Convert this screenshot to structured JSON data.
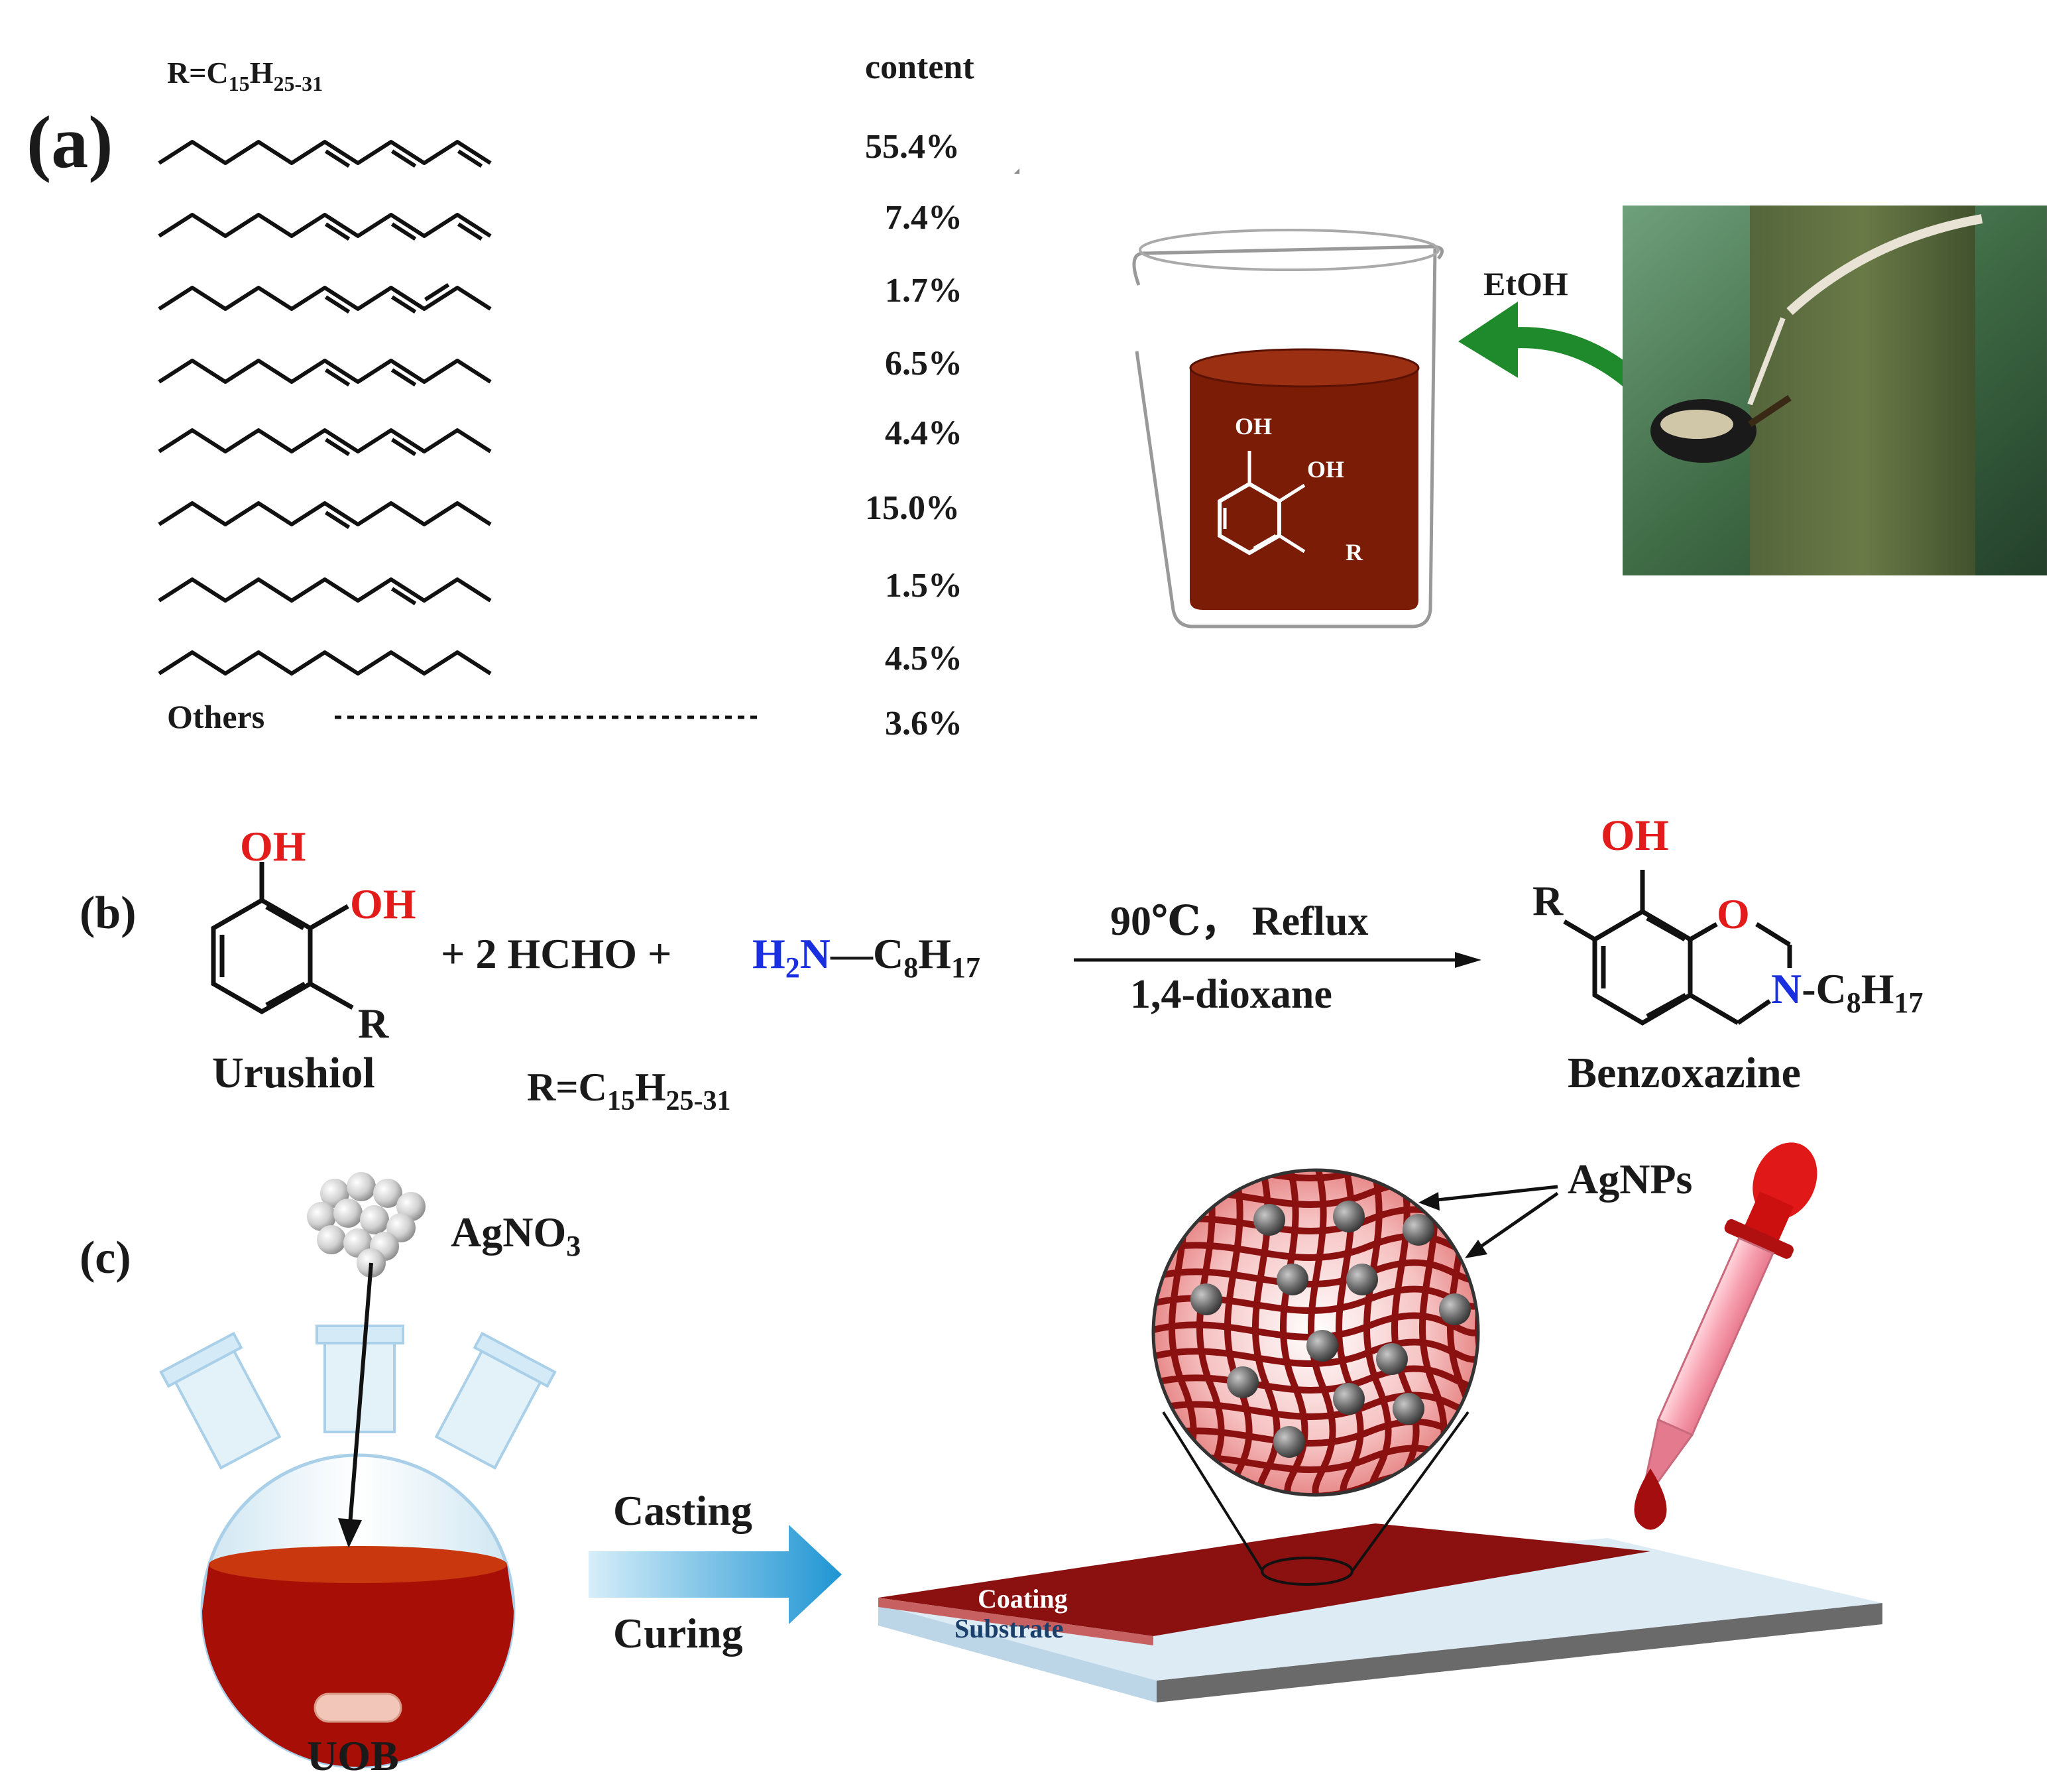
{
  "panel_a": {
    "label": "(a)",
    "r_def": {
      "prefix": "R=C",
      "sub1": "15",
      "mid": "H",
      "sub2": "25-31"
    },
    "content_header": "content",
    "percentages": [
      "55.4%",
      "7.4%",
      "1.7%",
      "6.5%",
      "4.4%",
      "15.0%",
      "1.5%",
      "4.5%",
      "3.6%"
    ],
    "others_label": "Others",
    "solvent": "EtOH",
    "beaker_oh1": "OH",
    "beaker_oh2": "OH",
    "beaker_r": "R"
  },
  "panel_b": {
    "label": "(b)",
    "oh1": "OH",
    "oh2": "OH",
    "r_left": "R",
    "urushiol": "Urushiol",
    "plus_hcho": "+ 2 HCHO +",
    "amine_h": "H",
    "amine_sub": "2",
    "amine_n": "N",
    "amine_chain": "—C",
    "c8": "8",
    "h17": "H",
    "n17": "17",
    "r_def": {
      "prefix": "R=C",
      "sub1": "15",
      "mid": "H",
      "sub2": "25-31"
    },
    "condition_top": "90℃， Reflux",
    "condition_bottom": "1,4-dioxane",
    "product_oh": "OH",
    "product_o": "O",
    "product_r": "R",
    "product_n": "N",
    "product_chain": "-C",
    "product_c8": "8",
    "product_h": "H",
    "product_17": "17",
    "benzoxazine": "Benzoxazine"
  },
  "panel_c": {
    "label": "(c)",
    "agno3": "AgNO",
    "agno3_sub": "3",
    "uob": "UOB",
    "casting": "Casting",
    "curing": "Curing",
    "agnps": "AgNPs",
    "coating": "Coating",
    "substrate": "Substrate"
  },
  "colors": {
    "oh_red": "#e31b1b",
    "amine_blue": "#1a2fe0",
    "liquid_brown": "#7a1c06",
    "arrow_green": "#1f8a2b",
    "coating_red": "#8b1010",
    "arrow_blue": "#2a9fd6"
  }
}
